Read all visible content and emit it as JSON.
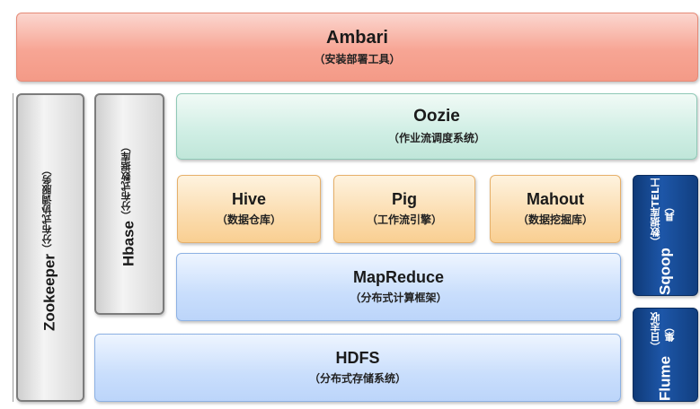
{
  "ambari": {
    "title": "Ambari",
    "sub": "（安装部署工具）"
  },
  "zookeeper": {
    "title": "Zookeeper",
    "sub": "（分布式协调服务）"
  },
  "hbase": {
    "title": "Hbase",
    "sub": "（分布式数据库）"
  },
  "oozie": {
    "title": "Oozie",
    "sub": "（作业流调度系统）"
  },
  "hive": {
    "title": "Hive",
    "sub": "（数据仓库）"
  },
  "pig": {
    "title": "Pig",
    "sub": "（工作流引擎）"
  },
  "mahout": {
    "title": "Mahout",
    "sub": "（数据挖掘库）"
  },
  "mapreduce": {
    "title": "MapReduce",
    "sub": "（分布式计算框架）"
  },
  "hdfs": {
    "title": "HDFS",
    "sub": "（分布式存储系统）"
  },
  "sqoop": {
    "title": "Sqoop",
    "sub": "（数据库TEL工具）"
  },
  "flume": {
    "title": "Flume",
    "sub": "（日志收集）"
  }
}
